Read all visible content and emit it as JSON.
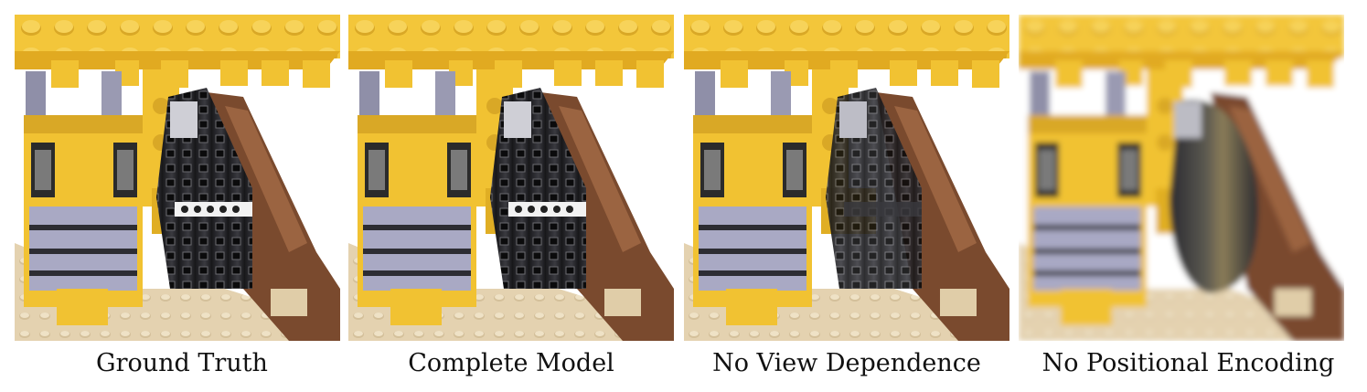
{
  "figure": {
    "panels": [
      {
        "caption": "Ground Truth",
        "variant": "sharp"
      },
      {
        "caption": "Complete Model",
        "variant": "sharp"
      },
      {
        "caption": "No View Dependence",
        "variant": "dull"
      },
      {
        "caption": "No Positional Encoding",
        "variant": "blurry"
      }
    ]
  },
  "colors": {
    "yellow": "#f1c232",
    "dark_yellow": "#c9951c",
    "black_track": "#1f1f22",
    "lavender": "#a9a9c4",
    "brown": "#7a4a2e",
    "tan": "#e4d2b0"
  }
}
